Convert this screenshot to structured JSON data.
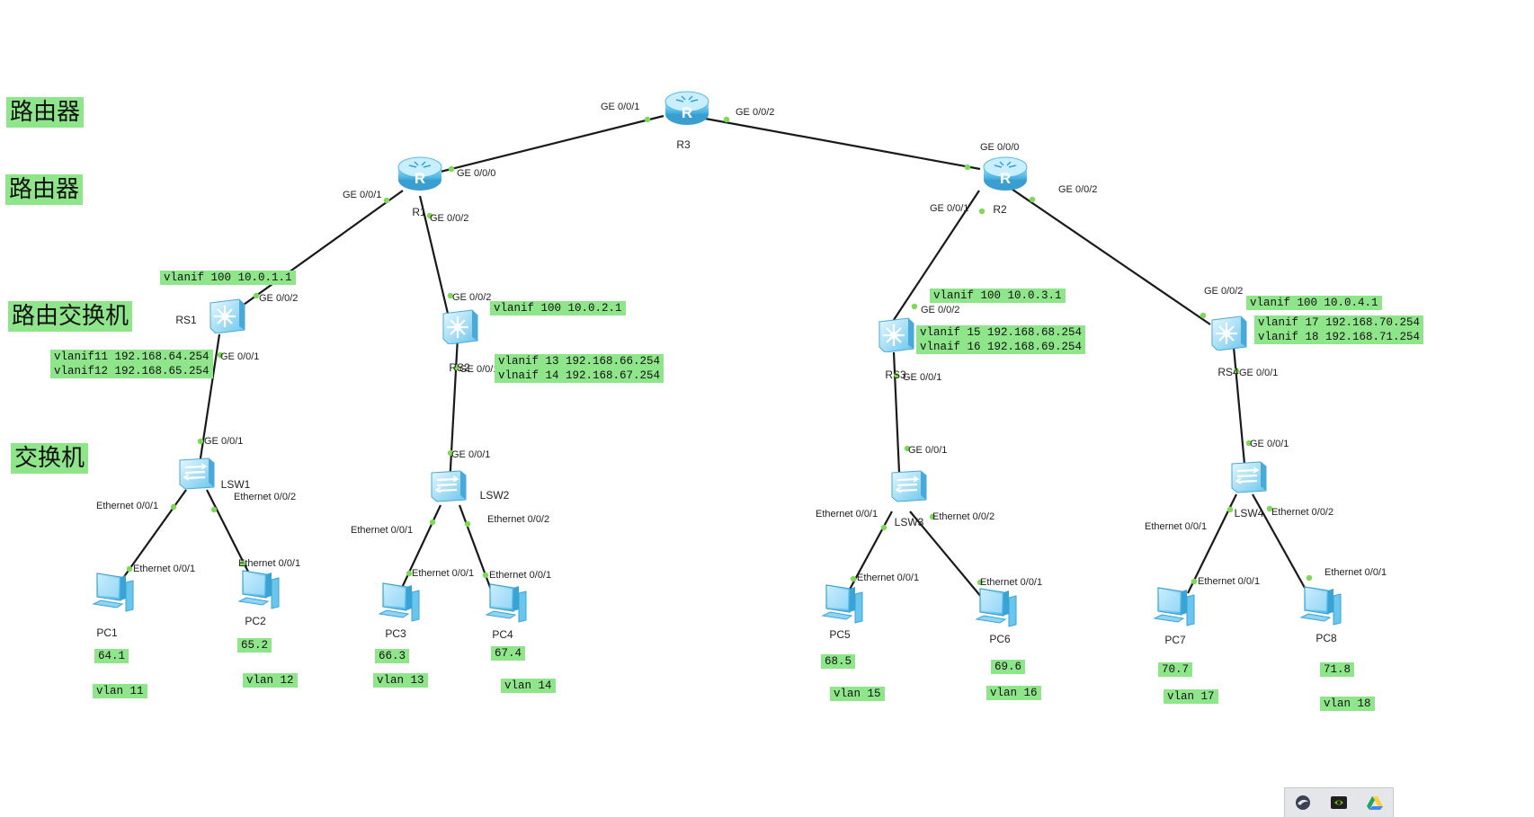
{
  "tiers": [
    "路由器",
    "路由器",
    "路由交换机",
    "交换机"
  ],
  "devices": {
    "R3": "R3",
    "R1": "R1",
    "R2": "R2",
    "RS1": "RS1",
    "RS2": "RS2",
    "RS3": "RS3",
    "RS4": "RS4",
    "LSW1": "LSW1",
    "LSW2": "LSW2",
    "LSW3": "LSW3",
    "LSW4": "LSW4",
    "PC1": "PC1",
    "PC2": "PC2",
    "PC3": "PC3",
    "PC4": "PC4",
    "PC5": "PC5",
    "PC6": "PC6",
    "PC7": "PC7",
    "PC8": "PC8"
  },
  "ports": {
    "R3_ge001": "GE 0/0/1",
    "R3_ge002": "GE 0/0/2",
    "R1_ge000": "GE 0/0/0",
    "R1_ge001": "GE 0/0/1",
    "R1_ge002": "GE 0/0/2",
    "R2_ge000": "GE 0/0/0",
    "R2_ge001": "GE 0/0/1",
    "R2_ge002": "GE 0/0/2",
    "RS1_ge002": "GE 0/0/2",
    "RS1_ge001": "GE 0/0/1",
    "RS2_ge002": "GE 0/0/2",
    "RS2_ge001": "GE 0/0/1",
    "RS3_ge002": "GE 0/0/2",
    "RS3_ge001": "GE 0/0/1",
    "RS4_ge002": "GE 0/0/2",
    "RS4_ge001": "GE 0/0/1",
    "LSW1_ge001": "GE 0/0/1",
    "LSW1_e1": "Ethernet 0/0/1",
    "LSW1_e2": "Ethernet 0/0/2",
    "LSW2_ge001": "GE 0/0/1",
    "LSW2_e1": "Ethernet 0/0/1",
    "LSW2_e2": "Ethernet 0/0/2",
    "LSW3_ge001": "GE 0/0/1",
    "LSW3_e1": "Ethernet 0/0/1",
    "LSW3_e2": "Ethernet 0/0/2",
    "LSW4_ge001": "GE 0/0/1",
    "LSW4_e1": "Ethernet 0/0/1",
    "LSW4_e2": "Ethernet 0/0/2",
    "PC1_e": "Ethernet 0/0/1",
    "PC2_e": "Ethernet 0/0/1",
    "PC3_e": "Ethernet 0/0/1",
    "PC4_e": "Ethernet 0/0/1",
    "PC5_e": "Ethernet 0/0/1",
    "PC6_e": "Ethernet 0/0/1",
    "PC7_e": "Ethernet 0/0/1",
    "PC8_e": "Ethernet 0/0/1"
  },
  "annotations": {
    "rs1_vlanif100": "vlanif 100 10.0.1.1",
    "rs1_svi": "vlanif11 192.168.64.254\nvlanif12 192.168.65.254",
    "rs2_vlanif100": "vlanif 100 10.0.2.1",
    "rs2_svi": "vlanif 13 192.168.66.254\nvlnaif 14 192.168.67.254",
    "rs3_vlanif100": "vlanif 100 10.0.3.1",
    "rs3_svi": "vlanif 15 192.168.68.254\nvlnaif 16 192.168.69.254",
    "rs4_vlanif100": "vlanif 100 10.0.4.1",
    "rs4_svi": "vlanif 17 192.168.70.254\nvlanif 18 192.168.71.254",
    "pc1_ip": "64.1",
    "pc2_ip": "65.2",
    "pc3_ip": "66.3",
    "pc4_ip": "67.4",
    "pc5_ip": "68.5",
    "pc6_ip": "69.6",
    "pc7_ip": "70.7",
    "pc8_ip": "71.8",
    "pc1_vlan": "vlan 11",
    "pc2_vlan": "vlan 12",
    "pc3_vlan": "vlan 13",
    "pc4_vlan": "vlan 14",
    "pc5_vlan": "vlan 15",
    "pc6_vlan": "vlan 16",
    "pc7_vlan": "vlan 17",
    "pc8_vlan": "vlan 18"
  },
  "colors": {
    "highlight": "#8ee58a",
    "link": "#1a1a1a",
    "port_dot": "#7ed957",
    "device_blue": "#5bc0ea"
  },
  "taskbar_icons": [
    "app-swirl-icon",
    "nvidia-icon",
    "drive-icon"
  ]
}
